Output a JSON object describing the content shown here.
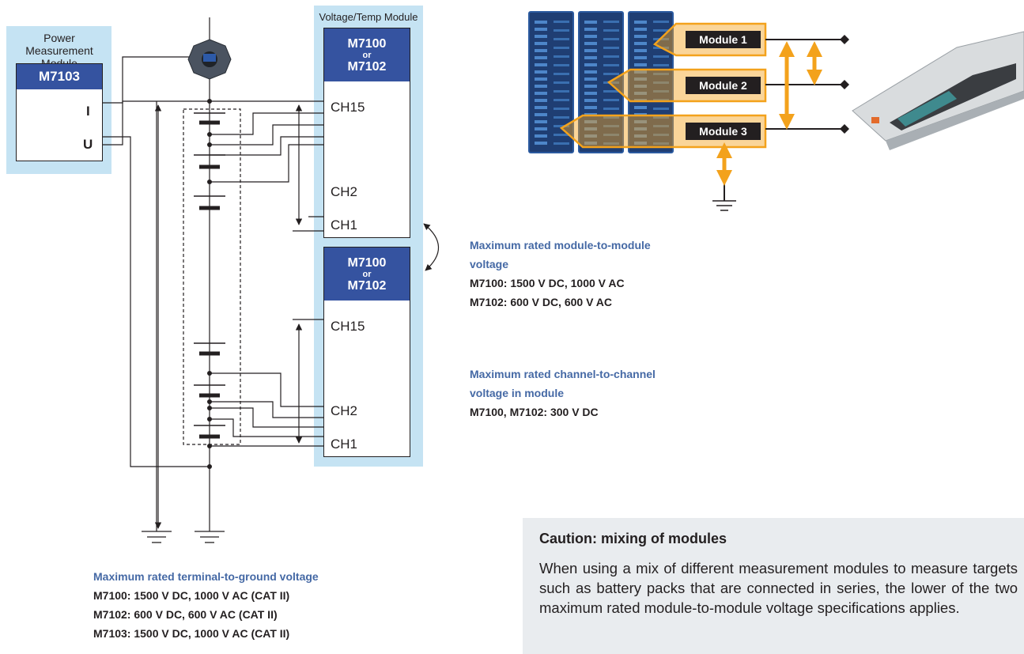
{
  "power_module": {
    "title": "Power Measurement Module",
    "model": "M7103",
    "current_terminal": "I",
    "voltage_terminal": "U"
  },
  "voltage_temp_module": {
    "title": "Voltage/Temp Module",
    "upper": {
      "model_a": "M7100",
      "or": "or",
      "model_b": "M7102",
      "channels": [
        "CH15",
        "CH2",
        "CH1"
      ]
    },
    "lower": {
      "model_a": "M7100",
      "or": "or",
      "model_b": "M7102",
      "channels": [
        "CH15",
        "CH2",
        "CH1"
      ]
    }
  },
  "photo_labels": [
    "Module 1",
    "Module 2",
    "Module 3"
  ],
  "specs": {
    "module_to_module": {
      "title_line1": "Maximum rated module-to-module",
      "title_line2": "voltage",
      "lines": [
        "M7100: 1500 V DC, 1000 V AC",
        "M7102: 600 V DC, 600 V AC"
      ]
    },
    "channel_to_channel": {
      "title_line1": "Maximum rated channel-to-channel",
      "title_line2": "voltage in module",
      "lines": [
        "M7100, M7102: 300 V DC"
      ]
    },
    "terminal_to_ground": {
      "title": "Maximum rated terminal-to-ground voltage",
      "lines": [
        "M7100: 1500 V DC, 1000 V AC (CAT II)",
        "M7102: 600 V DC, 600 V AC (CAT II)",
        "M7103: 1500 V DC, 1000 V AC (CAT II)"
      ]
    }
  },
  "caution": {
    "title": "Caution: mixing of modules",
    "body": "When using a mix of different measurement modules to measure targets such as battery packs that are connected in series, the lower of the two maximum rated module-to-module voltage specifications applies."
  },
  "colors": {
    "panel_bg": "#c5e3f3",
    "header_blue": "#3553a0",
    "spec_title_blue": "#4569a5",
    "arrow_orange": "#f3a21c",
    "caution_bg": "#e9ecef"
  }
}
